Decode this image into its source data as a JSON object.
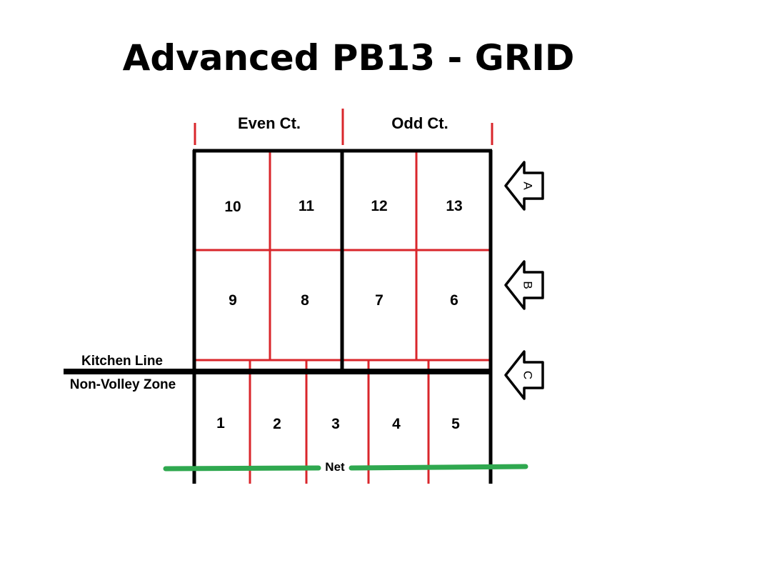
{
  "title": "Advanced PB13 - GRID",
  "column_labels": {
    "even": "Even Ct.",
    "odd": "Odd Ct."
  },
  "side_labels": {
    "kitchen_line": "Kitchen Line",
    "non_volley_zone": "Non-Volley Zone"
  },
  "zones": {
    "row_a": [
      "10",
      "11",
      "12",
      "13"
    ],
    "row_b": [
      "9",
      "8",
      "7",
      "6"
    ],
    "row_c": [
      "1",
      "2",
      "3",
      "4",
      "5"
    ]
  },
  "net_label": "Net",
  "arrows": [
    {
      "letter": "A"
    },
    {
      "letter": "B"
    },
    {
      "letter": "C"
    }
  ],
  "colors": {
    "court_line": "#000000",
    "zone_line": "#d9262b",
    "net": "#2fa84f"
  }
}
